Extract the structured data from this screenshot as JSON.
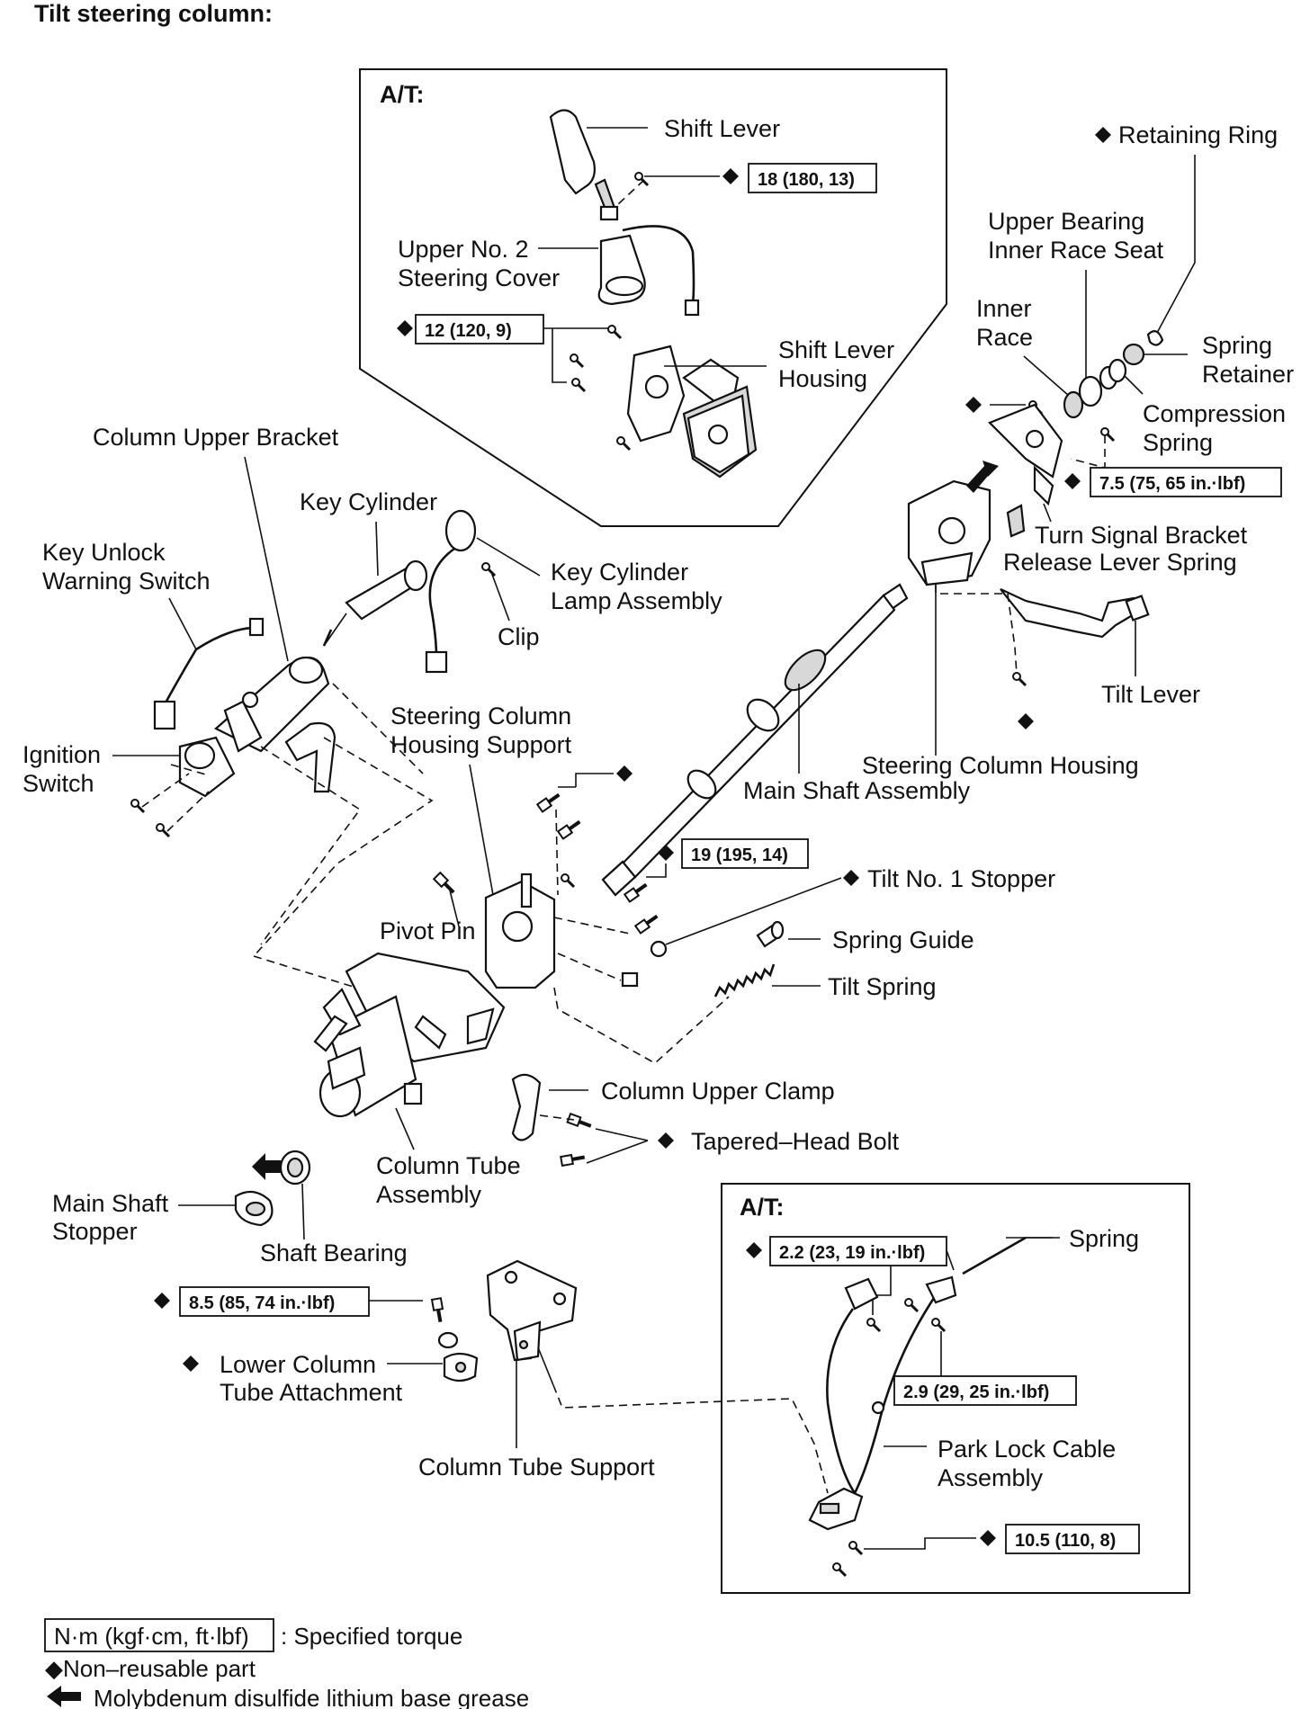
{
  "title": "Tilt steering column:",
  "at_label_top": "A/T:",
  "at_label_bottom": "A/T:",
  "labels": {
    "shift_lever": "Shift Lever",
    "upper_no2_line1": "Upper No. 2",
    "upper_no2_line2": "Steering Cover",
    "shift_lever_housing_line1": "Shift Lever",
    "shift_lever_housing_line2": "Housing",
    "retaining_ring": "Retaining Ring",
    "upper_bearing_line1": "Upper Bearing",
    "upper_bearing_line2": "Inner Race Seat",
    "inner_race_line1": "Inner",
    "inner_race_line2": "Race",
    "spring_retainer_line1": "Spring",
    "spring_retainer_line2": "Retainer",
    "compression_spring_line1": "Compression",
    "compression_spring_line2": "Spring",
    "turn_signal_line1": "Turn Signal Bracket",
    "turn_signal_line2": "Release Lever Spring",
    "tilt_lever": "Tilt Lever",
    "steering_column_housing": "Steering Column Housing",
    "main_shaft_assembly": "Main Shaft Assembly",
    "column_upper_bracket": "Column Upper Bracket",
    "key_cylinder": "Key Cylinder",
    "key_unlock_line1": "Key Unlock",
    "key_unlock_line2": "Warning Switch",
    "key_cyl_lamp_line1": "Key Cylinder",
    "key_cyl_lamp_line2": "Lamp Assembly",
    "clip": "Clip",
    "ignition_line1": "Ignition",
    "ignition_line2": "Switch",
    "sch_support_line1": "Steering Column",
    "sch_support_line2": "Housing Support",
    "tilt_no1_stopper": "Tilt No. 1 Stopper",
    "pivot_pin": "Pivot Pin",
    "spring_guide": "Spring Guide",
    "tilt_spring": "Tilt Spring",
    "column_upper_clamp": "Column Upper Clamp",
    "tapered_head_bolt": "Tapered–Head Bolt",
    "column_tube_line1": "Column Tube",
    "column_tube_line2": "Assembly",
    "main_shaft_stopper_line1": "Main Shaft",
    "main_shaft_stopper_line2": "Stopper",
    "shaft_bearing": "Shaft Bearing",
    "lower_col_line1": "Lower Column",
    "lower_col_line2": "Tube Attachment",
    "column_tube_support": "Column Tube Support",
    "spring": "Spring",
    "park_lock_line1": "Park Lock Cable",
    "park_lock_line2": "Assembly"
  },
  "torques": {
    "t18": "18 (180, 13)",
    "t12": "12 (120, 9)",
    "t75": "7.5 (75, 65 in.·lbf)",
    "t19": "19 (195, 14)",
    "t85": "8.5 (85, 74 in.·lbf)",
    "t22": "2.2 (23, 19 in.·lbf)",
    "t29": "2.9 (29, 25 in.·lbf)",
    "t105": "10.5 (110, 8)"
  },
  "legend": {
    "unit": "N·m (kgf·cm, ft·lbf)",
    "unit_desc": ": Specified torque",
    "nonreusable": "◆Non–reusable part",
    "grease": "Molybdenum disulfide lithium base grease"
  },
  "icons": [
    "diamond-icon",
    "grease-arrow-icon"
  ]
}
